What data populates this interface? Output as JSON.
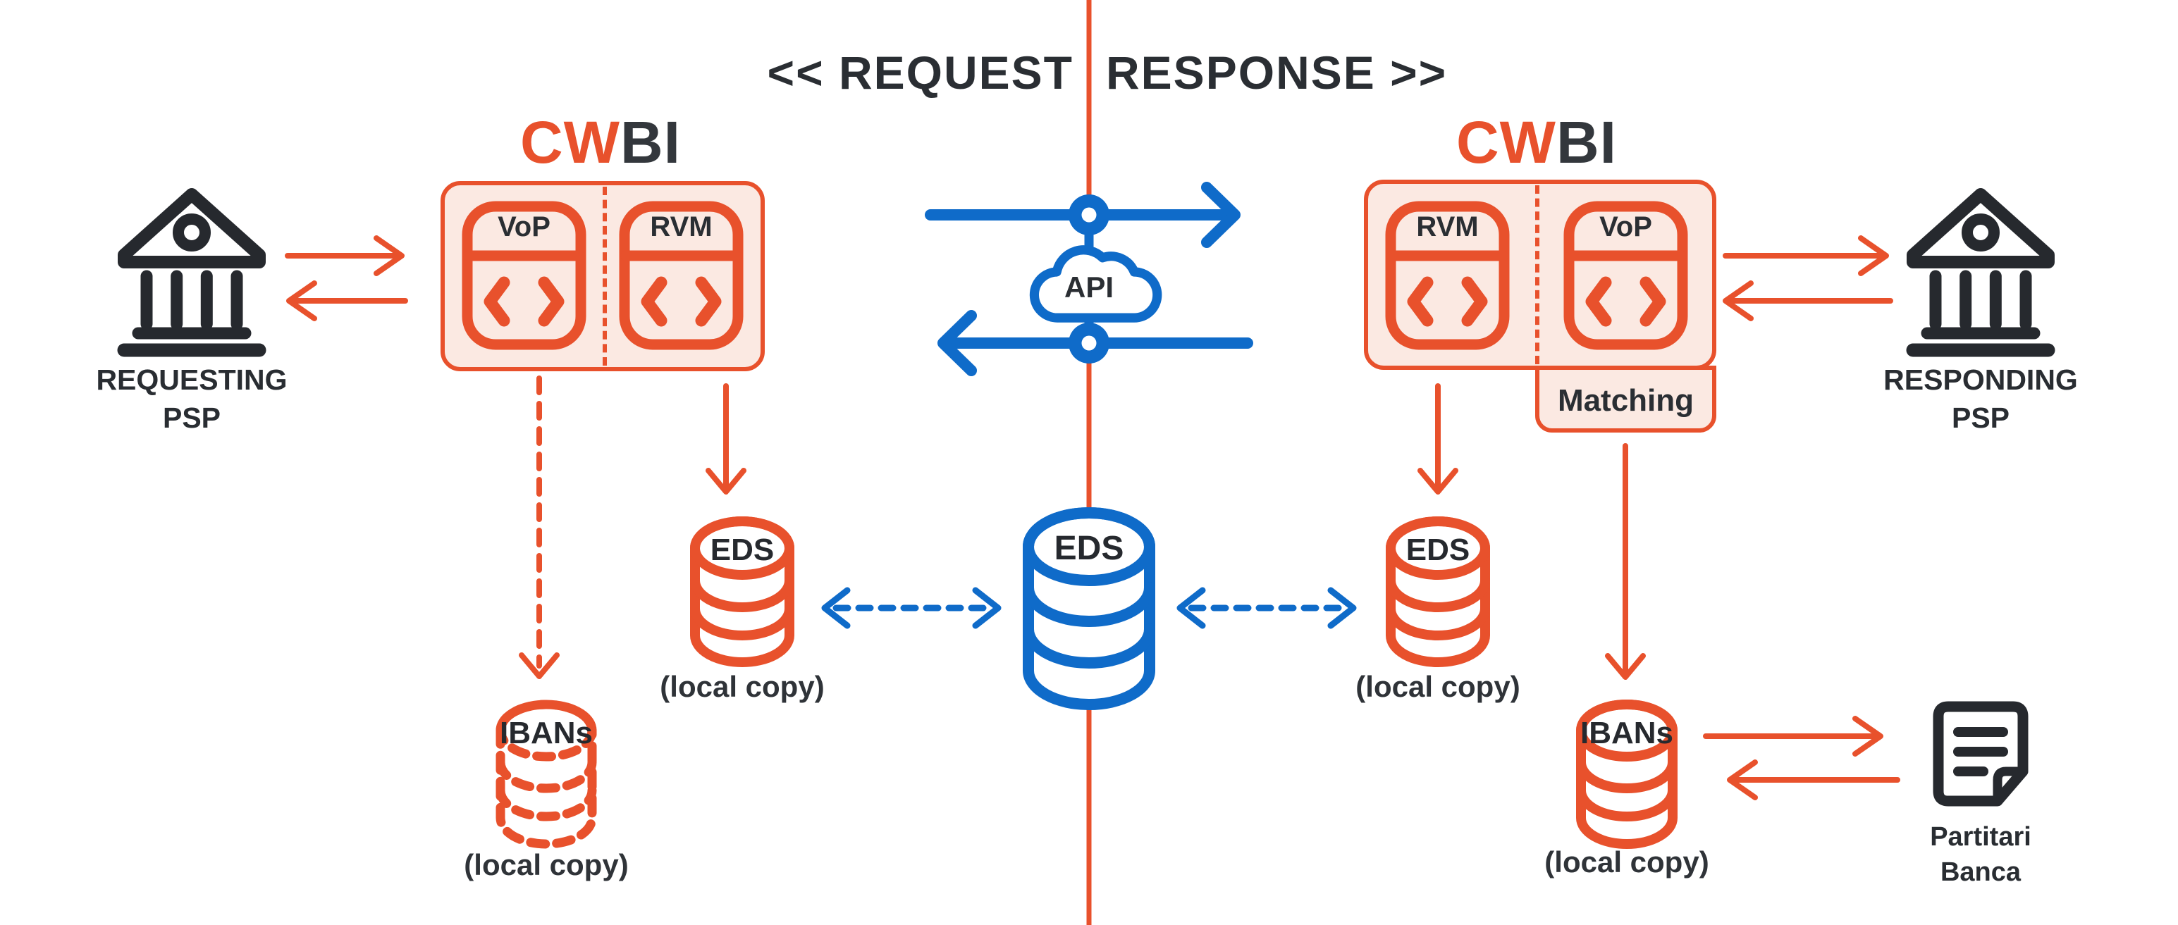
{
  "header": {
    "request": "<< REQUEST",
    "response": "RESPONSE >>"
  },
  "left_section": {
    "psp": {
      "line1": "REQUESTING",
      "line2": "PSP"
    },
    "logo": {
      "cw": "CW",
      "bi": "BI"
    },
    "modules": [
      {
        "label": "VoP"
      },
      {
        "label": "RVM"
      }
    ],
    "eds": {
      "label": "EDS",
      "caption": "(local copy)"
    },
    "ibans": {
      "label": "IBANs",
      "caption": "(local copy)"
    }
  },
  "center_section": {
    "api": "API",
    "eds": "EDS"
  },
  "right_section": {
    "logo": {
      "cw": "CW",
      "bi": "BI"
    },
    "modules": [
      {
        "label": "RVM"
      },
      {
        "label": "VoP"
      }
    ],
    "matching": "Matching",
    "eds": {
      "label": "EDS",
      "caption": "(local copy)"
    },
    "ibans": {
      "label": "IBANs",
      "caption": "(local copy)"
    },
    "psp": {
      "line1": "RESPONDING",
      "line2": "PSP"
    },
    "partitari": {
      "line1": "Partitari",
      "line2": "Banca"
    }
  },
  "colors": {
    "orange": "#E8512C",
    "peach": "#FBE9E2",
    "blue": "#0F6BC9",
    "ink": "#2A2E33"
  }
}
